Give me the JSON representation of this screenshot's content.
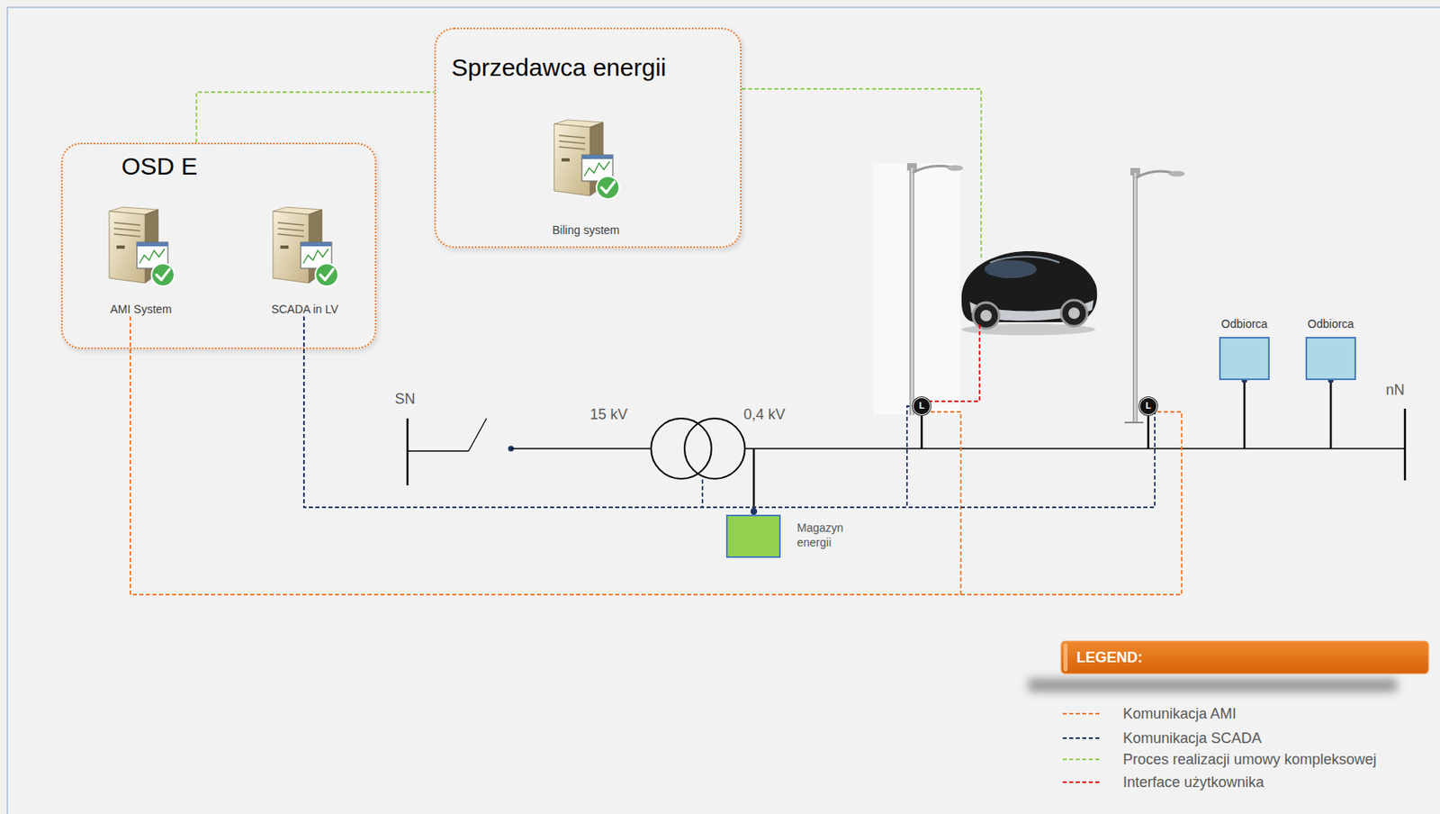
{
  "diagram": {
    "nodes": [
      {
        "text": [
          "Sprzedawca energii"
        ]
      },
      {
        "text": [
          "Biling system"
        ],
        "in": 0
      },
      {
        "text": [
          "OSD E"
        ]
      },
      {
        "text": [
          "AMI System"
        ],
        "in": 2
      },
      {
        "text": [
          "SCADA in LV"
        ],
        "in": 2
      },
      {
        "text": [
          "L"
        ]
      },
      {
        "text": [
          "L"
        ]
      },
      {
        "text": [
          "Odbiorca"
        ]
      },
      {
        "text": [
          "Odbiorca"
        ]
      },
      {
        "text": [
          "Magazyn energii"
        ]
      }
    ],
    "edges": [
      {
        "from": 2,
        "to": 0,
        "arrow": "none"
      },
      {
        "from": 3,
        "to": 5,
        "arrow": "none"
      },
      {
        "from": 3,
        "to": 6,
        "arrow": "none"
      },
      {
        "from": 4,
        "to": 9,
        "arrow": "none"
      },
      {
        "from": 4,
        "to": 5,
        "arrow": "none"
      },
      {
        "from": 4,
        "to": 6,
        "arrow": "none"
      }
    ],
    "labels": [
      "SN",
      "15 kV",
      "0,4 kV",
      "nN",
      "LEGEND:"
    ],
    "legend": [
      {
        "text": "Komunikacja AMI"
      },
      {
        "text": "Komunikacja SCADA"
      },
      {
        "text": "Proces realizacji umowy kompleksowej"
      },
      {
        "text": "Interface użytkownika"
      }
    ]
  }
}
